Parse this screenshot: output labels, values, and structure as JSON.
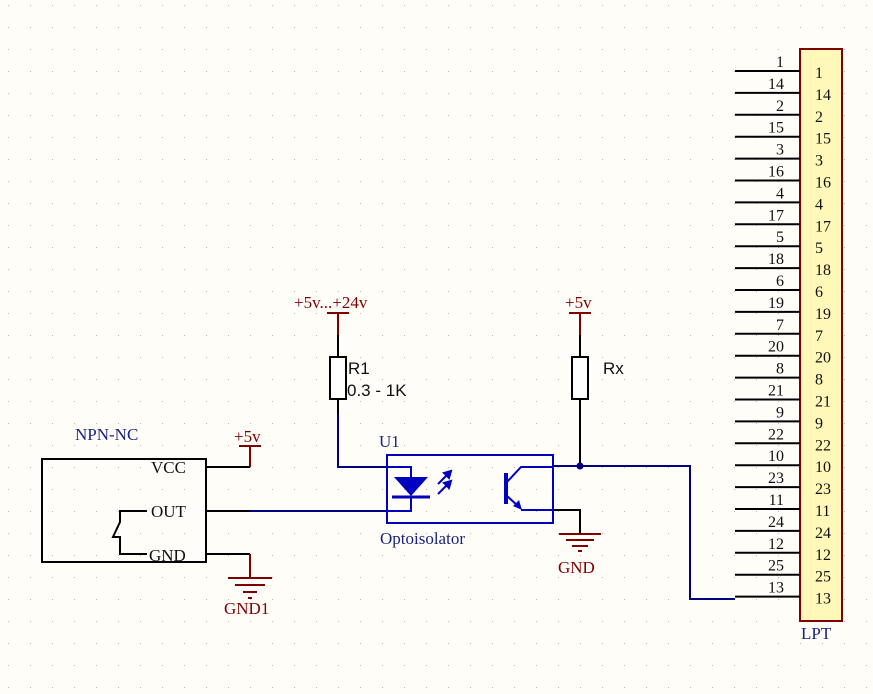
{
  "colors": {
    "background": "#fffdf8",
    "wire": "#000080",
    "power": "#800000",
    "component": "#0000c0",
    "connector_fill": "#fff8b8",
    "connector_border": "#800000"
  },
  "sensor": {
    "name": "NPN-NC",
    "pins": [
      "VCC",
      "OUT",
      "GND"
    ]
  },
  "power_ports": {
    "sensor_vcc": "+5v",
    "r1_supply": "+5v...+24v",
    "rx_supply": "+5v",
    "sensor_gnd": "GND1",
    "opto_gnd": "GND"
  },
  "r1": {
    "designator": "R1",
    "value": "0.3 - 1K"
  },
  "rx": {
    "designator": "Rx"
  },
  "optoisolator": {
    "designator": "U1",
    "name": "Optoisolator"
  },
  "connector": {
    "name": "LPT",
    "pins": [
      "1",
      "14",
      "2",
      "15",
      "3",
      "16",
      "4",
      "17",
      "5",
      "18",
      "6",
      "19",
      "7",
      "20",
      "8",
      "21",
      "9",
      "22",
      "10",
      "23",
      "11",
      "24",
      "12",
      "25",
      "13"
    ]
  }
}
